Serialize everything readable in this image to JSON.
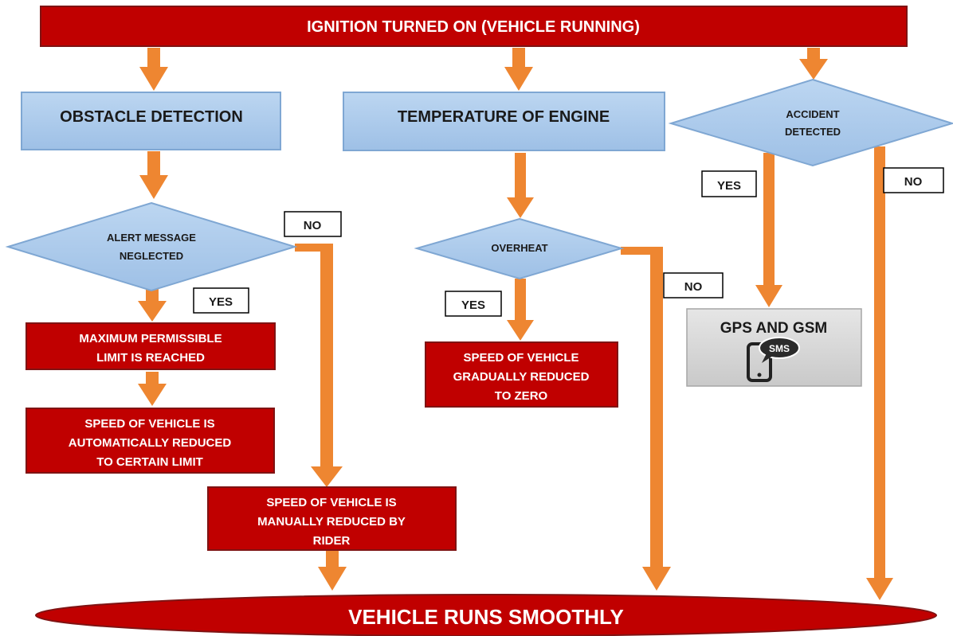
{
  "colors": {
    "red_fill": "#c00000",
    "red_stroke": "#7f1313",
    "blue_fill": "#a9c8ea",
    "blue_stroke": "#7fa7d3",
    "arrow": "#ee8631",
    "gray_fill": "#d9d9d9",
    "label_border": "#000000"
  },
  "nodes": {
    "start": "IGNITION TURNED ON (VEHICLE RUNNING)",
    "obstacle": "OBSTACLE DETECTION",
    "temperature": "TEMPERATURE OF ENGINE",
    "accident": {
      "line1": "ACCIDENT",
      "line2": "DETECTED"
    },
    "alert": {
      "line1": "ALERT MESSAGE",
      "line2": "NEGLECTED"
    },
    "overheat": "OVERHEAT",
    "max_limit": {
      "line1": "MAXIMUM PERMISSIBLE",
      "line2": "LIMIT IS REACHED"
    },
    "auto_reduce": {
      "line1": "SPEED OF VEHICLE IS",
      "line2": "AUTOMATICALLY REDUCED",
      "line3": "TO CERTAIN LIMIT"
    },
    "manual_reduce": {
      "line1": "SPEED OF VEHICLE IS",
      "line2": "MANUALLY REDUCED BY",
      "line3": "RIDER"
    },
    "gradual_reduce": {
      "line1": "SPEED OF VEHICLE",
      "line2": "GRADUALLY REDUCED",
      "line3": "TO ZERO"
    },
    "gps_gsm": "GPS AND GSM",
    "sms_icon_text": "SMS",
    "end": "VEHICLE RUNS SMOOTHLY"
  },
  "labels": {
    "alert_no": "NO",
    "alert_yes": "YES",
    "overheat_yes": "YES",
    "overheat_no": "NO",
    "accident_yes": "YES",
    "accident_no": "NO"
  }
}
